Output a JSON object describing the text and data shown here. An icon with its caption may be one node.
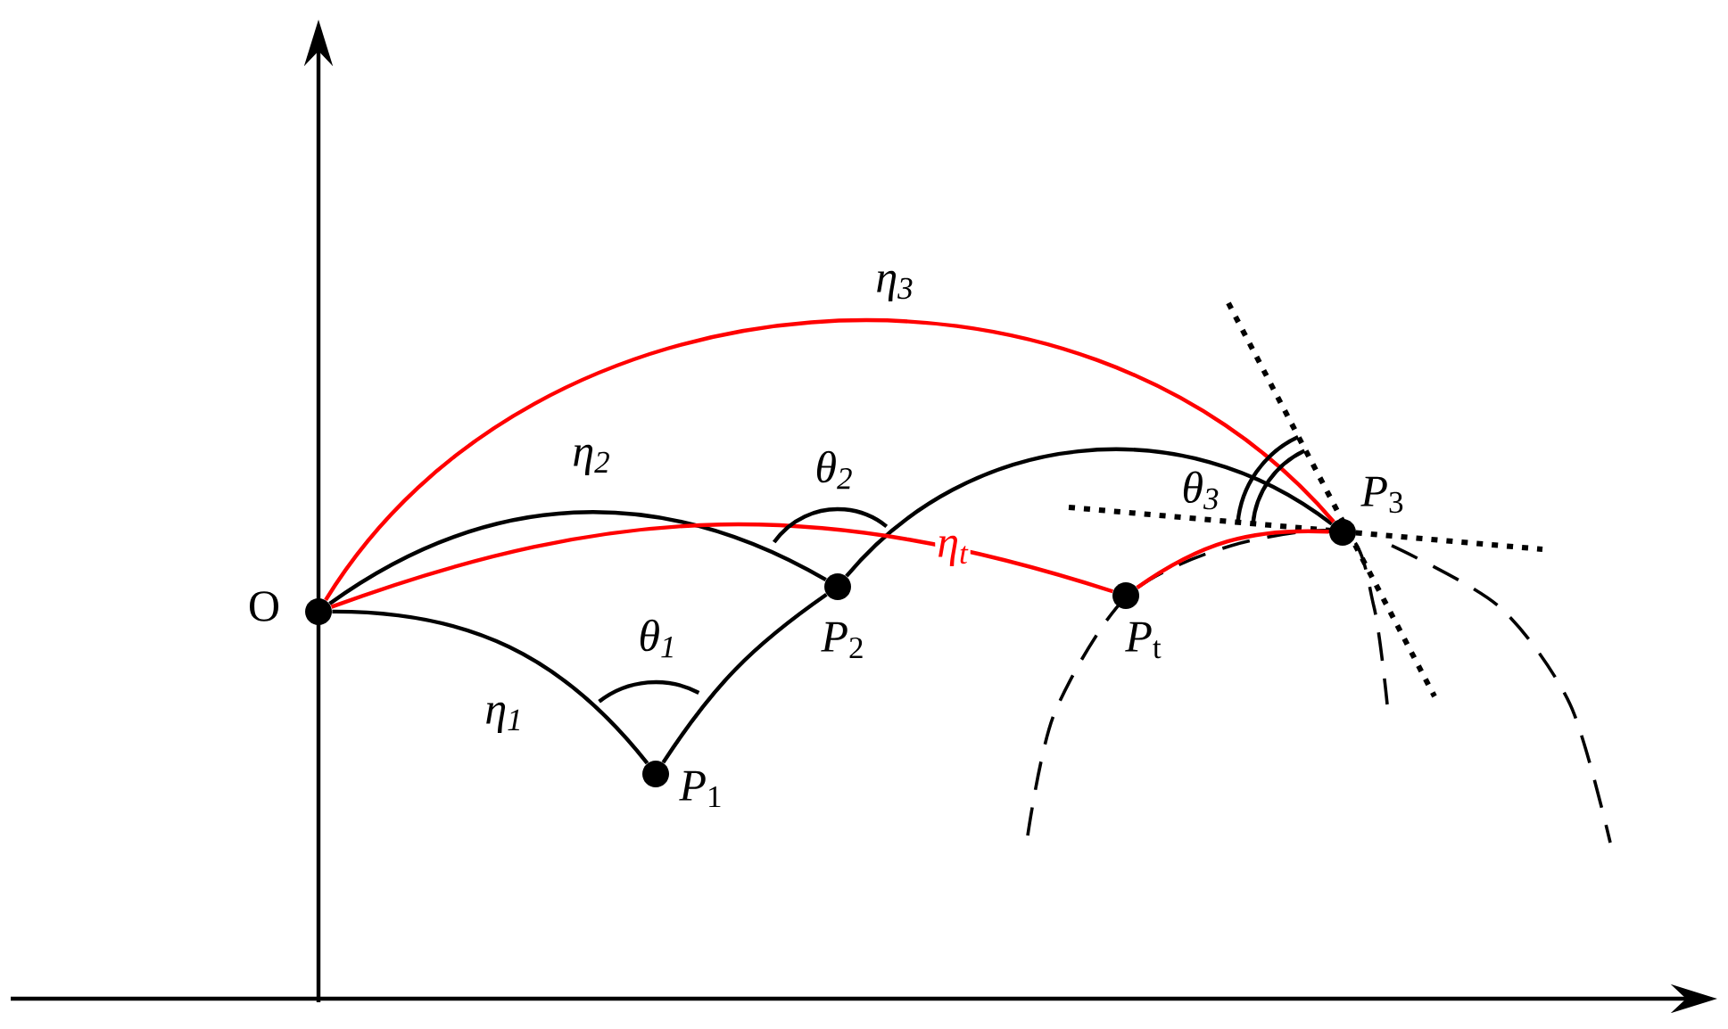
{
  "diagram": {
    "nodes": [
      {
        "text": [],
        "shape": "circle",
        "beside": [
          "O"
        ]
      },
      {
        "text": [],
        "shape": "circle",
        "beside": [
          "*P*$_{1}$"
        ]
      },
      {
        "text": [],
        "shape": "circle",
        "beside": [
          "*P*$_{2}$"
        ]
      },
      {
        "text": [],
        "shape": "circle",
        "beside": [
          "*P*$_{t}$"
        ]
      },
      {
        "text": [],
        "shape": "circle",
        "beside": [
          "*P*$_{3}$"
        ]
      }
    ],
    "edges": [
      {
        "from": 0,
        "to": 1,
        "arrow": "none",
        "label": "η$_{1}$"
      },
      {
        "from": 1,
        "to": 2,
        "arrow": "none"
      },
      {
        "from": 0,
        "to": 2,
        "arrow": "none",
        "label": "η$_{2}$"
      },
      {
        "from": 2,
        "to": 4,
        "arrow": "none"
      },
      {
        "from": 0,
        "to": 4,
        "arrow": "none",
        "label": "η$_{3}$",
        "color": "#ff0000"
      },
      {
        "from": 0,
        "to": 3,
        "arrow": "none",
        "label": "η$_{t}$",
        "color": "#ff0000"
      },
      {
        "from": 3,
        "to": 4,
        "arrow": "none",
        "color": "#ff0000"
      }
    ],
    "labels": [
      "θ$_{1}$",
      "θ$_{2}$",
      "θ$_{3}$"
    ]
  }
}
